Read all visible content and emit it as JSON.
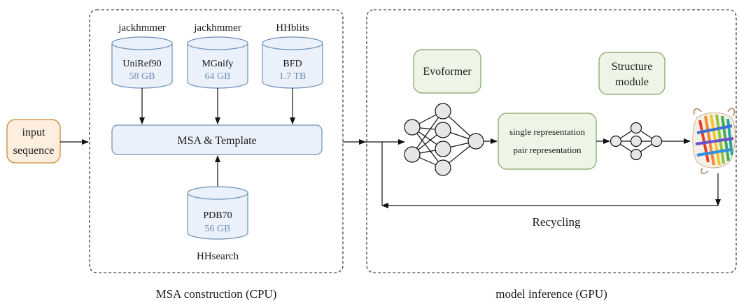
{
  "input": {
    "line1": "input",
    "line2": "sequence"
  },
  "msa": {
    "caption": "MSA construction (CPU)",
    "merge_label": "MSA & Template",
    "databases": [
      {
        "tool": "jackhmmer",
        "name": "UniRef90",
        "size": "58 GB"
      },
      {
        "tool": "jackhmmer",
        "name": "MGnify",
        "size": "64 GB"
      },
      {
        "tool": "HHblits",
        "name": "BFD",
        "size": "1.7 TB"
      }
    ],
    "template_db": {
      "tool": "HHsearch",
      "name": "PDB70",
      "size": "56 GB"
    }
  },
  "model": {
    "caption": "model inference (GPU)",
    "evoformer": "Evoformer",
    "structure_line1": "Structure",
    "structure_line2": "module",
    "single_repr": "single representation",
    "pair_repr": "pair representation",
    "recycling": "Recycling"
  },
  "colors": {
    "input_fill": "#fdeedd",
    "input_stroke": "#d0893a",
    "db_fill": "#eaf1fa",
    "db_stroke": "#6d8fb8",
    "db_size_text": "#6d8fb8",
    "module_fill": "#eef5e6",
    "module_stroke": "#7fa55f",
    "node_fill": "#e6e6e6"
  }
}
